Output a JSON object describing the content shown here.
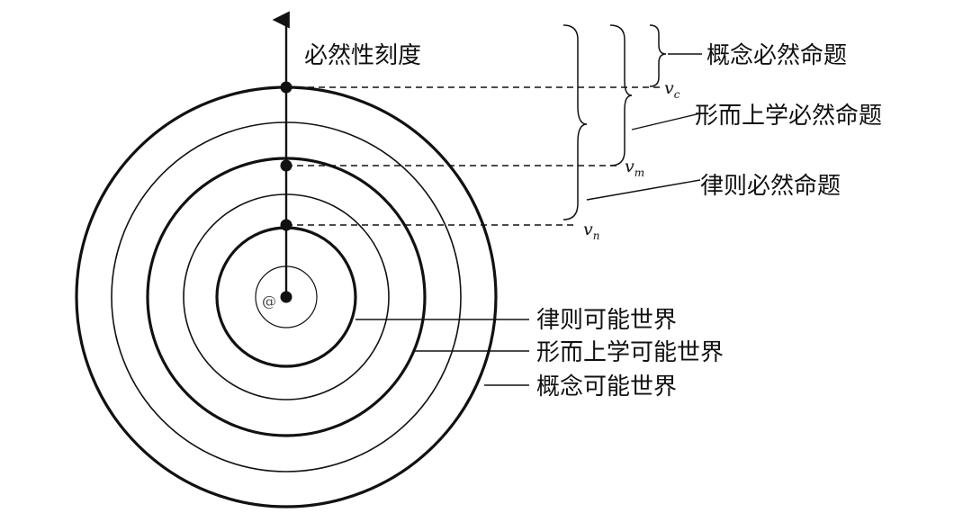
{
  "axis": {
    "label": "必然性刻度"
  },
  "origin": {
    "symbol": "@"
  },
  "levels": [
    {
      "id": "c",
      "variable": "v",
      "subscript": "c"
    },
    {
      "id": "m",
      "variable": "v",
      "subscript": "m"
    },
    {
      "id": "n",
      "variable": "v",
      "subscript": "n"
    }
  ],
  "propositions": [
    {
      "id": "concept",
      "label": "概念必然命题"
    },
    {
      "id": "metaphysical",
      "label": "形而上学必然命题"
    },
    {
      "id": "law",
      "label": "律则必然命题"
    }
  ],
  "worlds": [
    {
      "id": "law",
      "label": "律则可能世界"
    },
    {
      "id": "metaphysical",
      "label": "形而上学可能世界"
    },
    {
      "id": "concept",
      "label": "概念可能世界"
    }
  ]
}
